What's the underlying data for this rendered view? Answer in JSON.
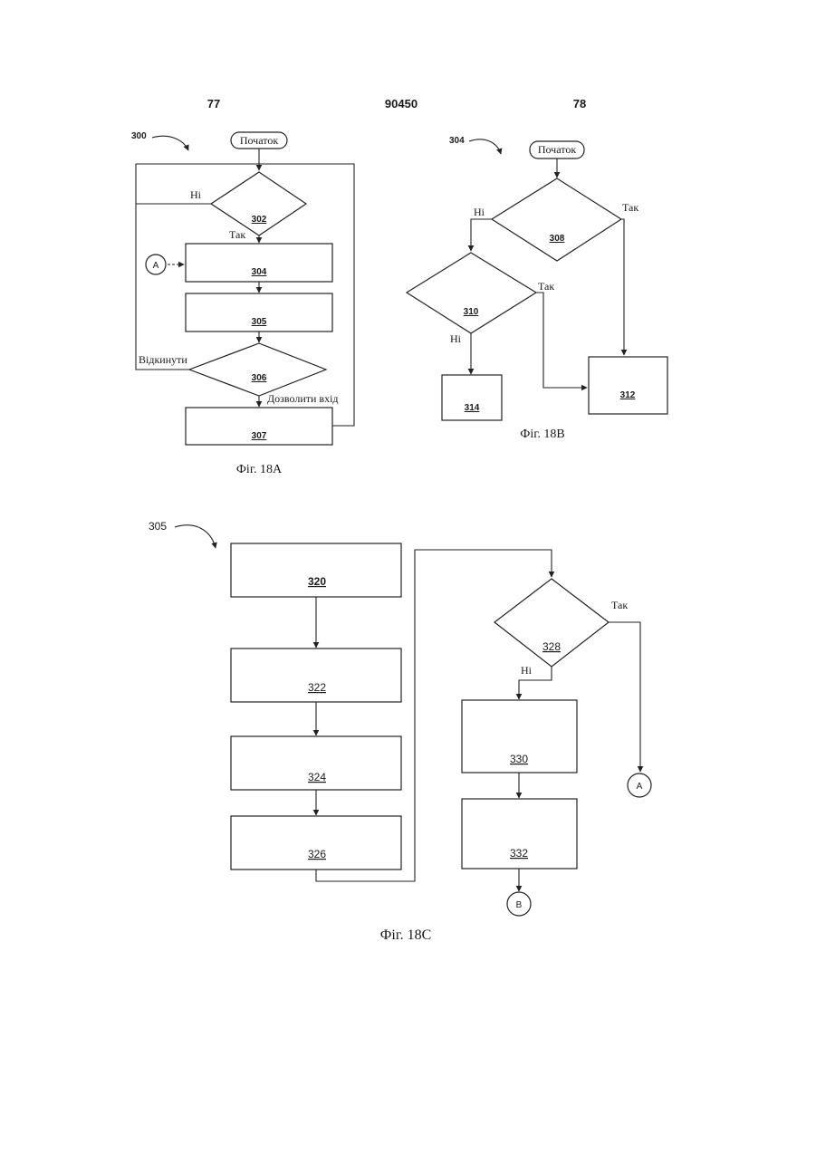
{
  "header": {
    "page_left": "77",
    "patent_number": "90450",
    "page_right": "78"
  },
  "fig18a": {
    "ref": "300",
    "start": "Початок",
    "decision_302": "302",
    "box_304": "304",
    "box_305": "305",
    "decision_306": "306",
    "box_307": "307",
    "no": "Ні",
    "yes": "Так",
    "reject": "Відкинути",
    "allow": "Дозволити вхід",
    "connector_a": "A",
    "caption": "Фіг. 18А"
  },
  "fig18b": {
    "ref": "304",
    "start": "Початок",
    "decision_308": "308",
    "decision_310": "310",
    "box_312": "312",
    "box_314": "314",
    "no_308": "Ні",
    "yes_308": "Так",
    "no_310": "Ні",
    "yes_310": "Так",
    "caption": "Фіг. 18В"
  },
  "fig18c": {
    "ref": "305",
    "box_320": "320",
    "box_322": "322",
    "box_324": "324",
    "box_326": "326",
    "decision_328": "328",
    "box_330": "330",
    "box_332": "332",
    "yes": "Так",
    "no": "Ні",
    "connector_a": "A",
    "connector_b": "B",
    "caption": "Фіг. 18С"
  }
}
